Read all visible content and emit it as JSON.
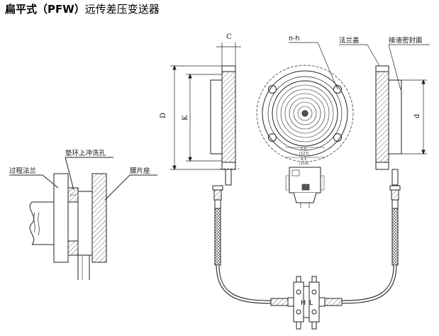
{
  "title": {
    "bold": "扁平式（PFW）",
    "rest": "远传差压变送器"
  },
  "labels": {
    "process_flange": "过程法兰",
    "gasket_flush_hole": "垫环上冲洗孔",
    "diaphragm_seat": "膜片座",
    "flange_cover": "法兰盖",
    "liquid_seal_face": "接液密封面",
    "holes": "n-h",
    "dim_c": "C",
    "dim_D": "D",
    "dim_K": "K",
    "dim_d": "d",
    "small_dim_1": "5.0",
    "small_dim_1b": "(127)",
    "small_dim_2": "4.3",
    "small_dim_2b": "(110)",
    "H": "H",
    "L": "L"
  }
}
